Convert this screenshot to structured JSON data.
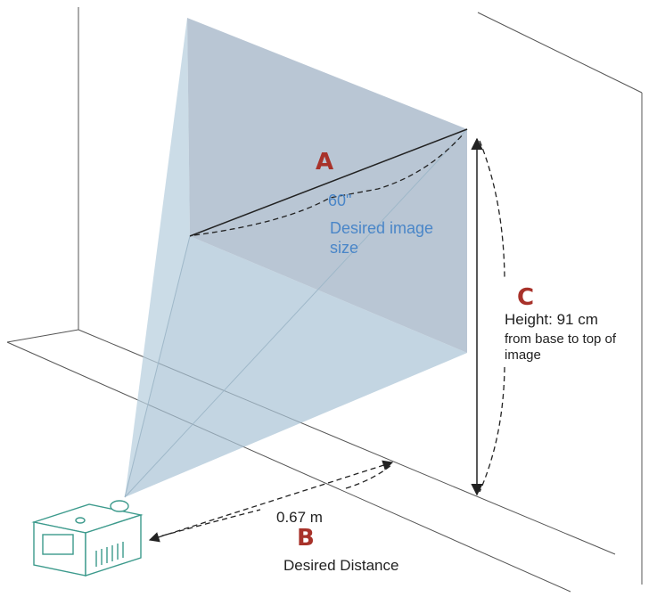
{
  "labels": {
    "a": {
      "letter": "A",
      "size": "60\"",
      "line1": "Desired image",
      "line2": "size"
    },
    "b": {
      "letter": "B",
      "value": "0.67 m",
      "caption": "Desired Distance"
    },
    "c": {
      "letter": "C",
      "value": "Height: 91 cm",
      "line1": "from base to top of",
      "line2": "image"
    }
  },
  "colors": {
    "beam": "#a9c3d6",
    "screen": "#b5c3d2",
    "label_red": "#a8322a",
    "label_blue": "#4a86c8",
    "line": "#333333",
    "projector": "#3c9a8c"
  }
}
